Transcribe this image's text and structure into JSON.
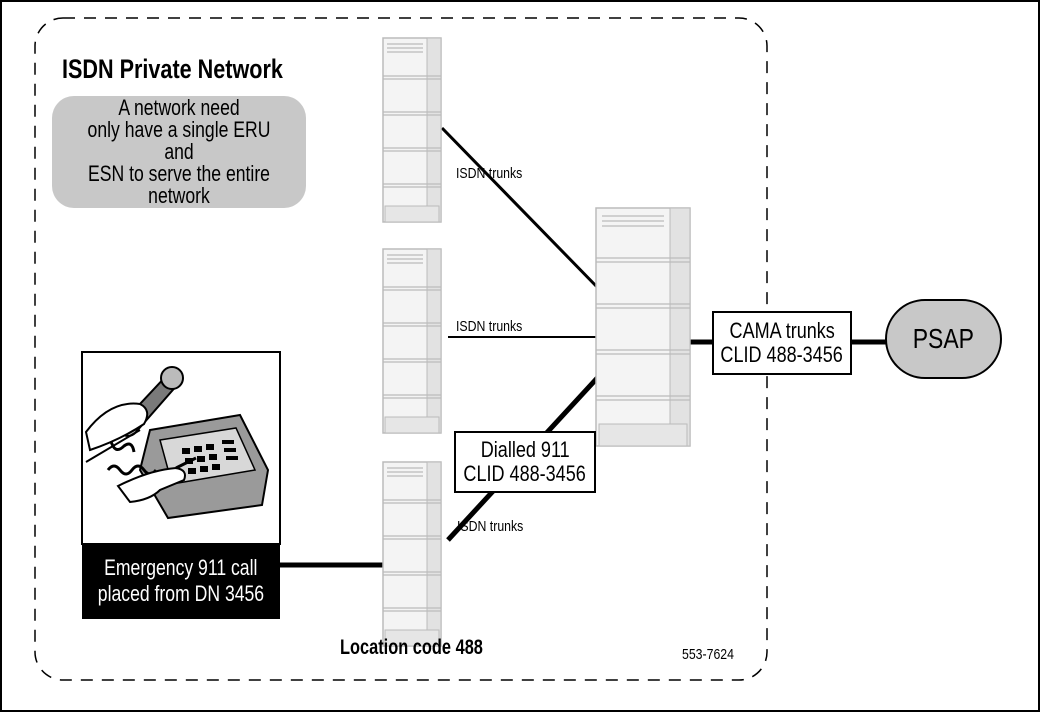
{
  "diagram": {
    "title": "ISDN Private Network",
    "note": "A network need\nonly have a single ERU and\nESN to serve the entire\nnetwork",
    "links": {
      "top_label": "ISDN trunks",
      "middle_label": "ISDN trunks",
      "bottom_label": "ISDN trunks"
    },
    "dialled_box": {
      "line1": "Dialled 911",
      "line2": "CLID 488-3456"
    },
    "cama_box": {
      "line1": "CAMA trunks",
      "line2": "CLID 488-3456"
    },
    "psap": "PSAP",
    "call_box": {
      "line1": "Emergency 911 call",
      "line2": "placed from DN 3456"
    },
    "location_label": "Location code 488",
    "figure_id": "553-7624",
    "colors": {
      "line": "#000000",
      "note_fill": "#c8c8c8",
      "psap_fill": "#c8c8c8",
      "callbox_fill": "#000000"
    },
    "icons": [
      "server-cabinet-icon",
      "telephone-hand-icon"
    ]
  }
}
